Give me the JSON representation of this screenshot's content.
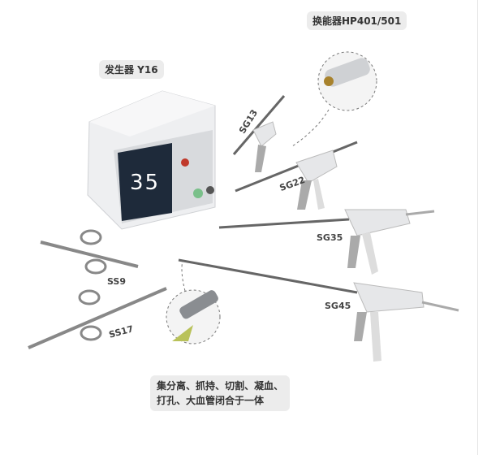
{
  "labels": {
    "generator": "发生器 Y16",
    "transducer": "换能器HP401/501",
    "features_line1": "集分离、抓持、切割、凝血、",
    "features_line2": "打孔、大血管闭合于一体"
  },
  "generator_display": "35",
  "instruments": [
    "SG13",
    "SG22",
    "SG35",
    "SG45",
    "SS9",
    "SS17"
  ],
  "colors": {
    "brand": "#c0392b",
    "tag_bg": "#ececec",
    "screen": "#1e2a3a"
  }
}
